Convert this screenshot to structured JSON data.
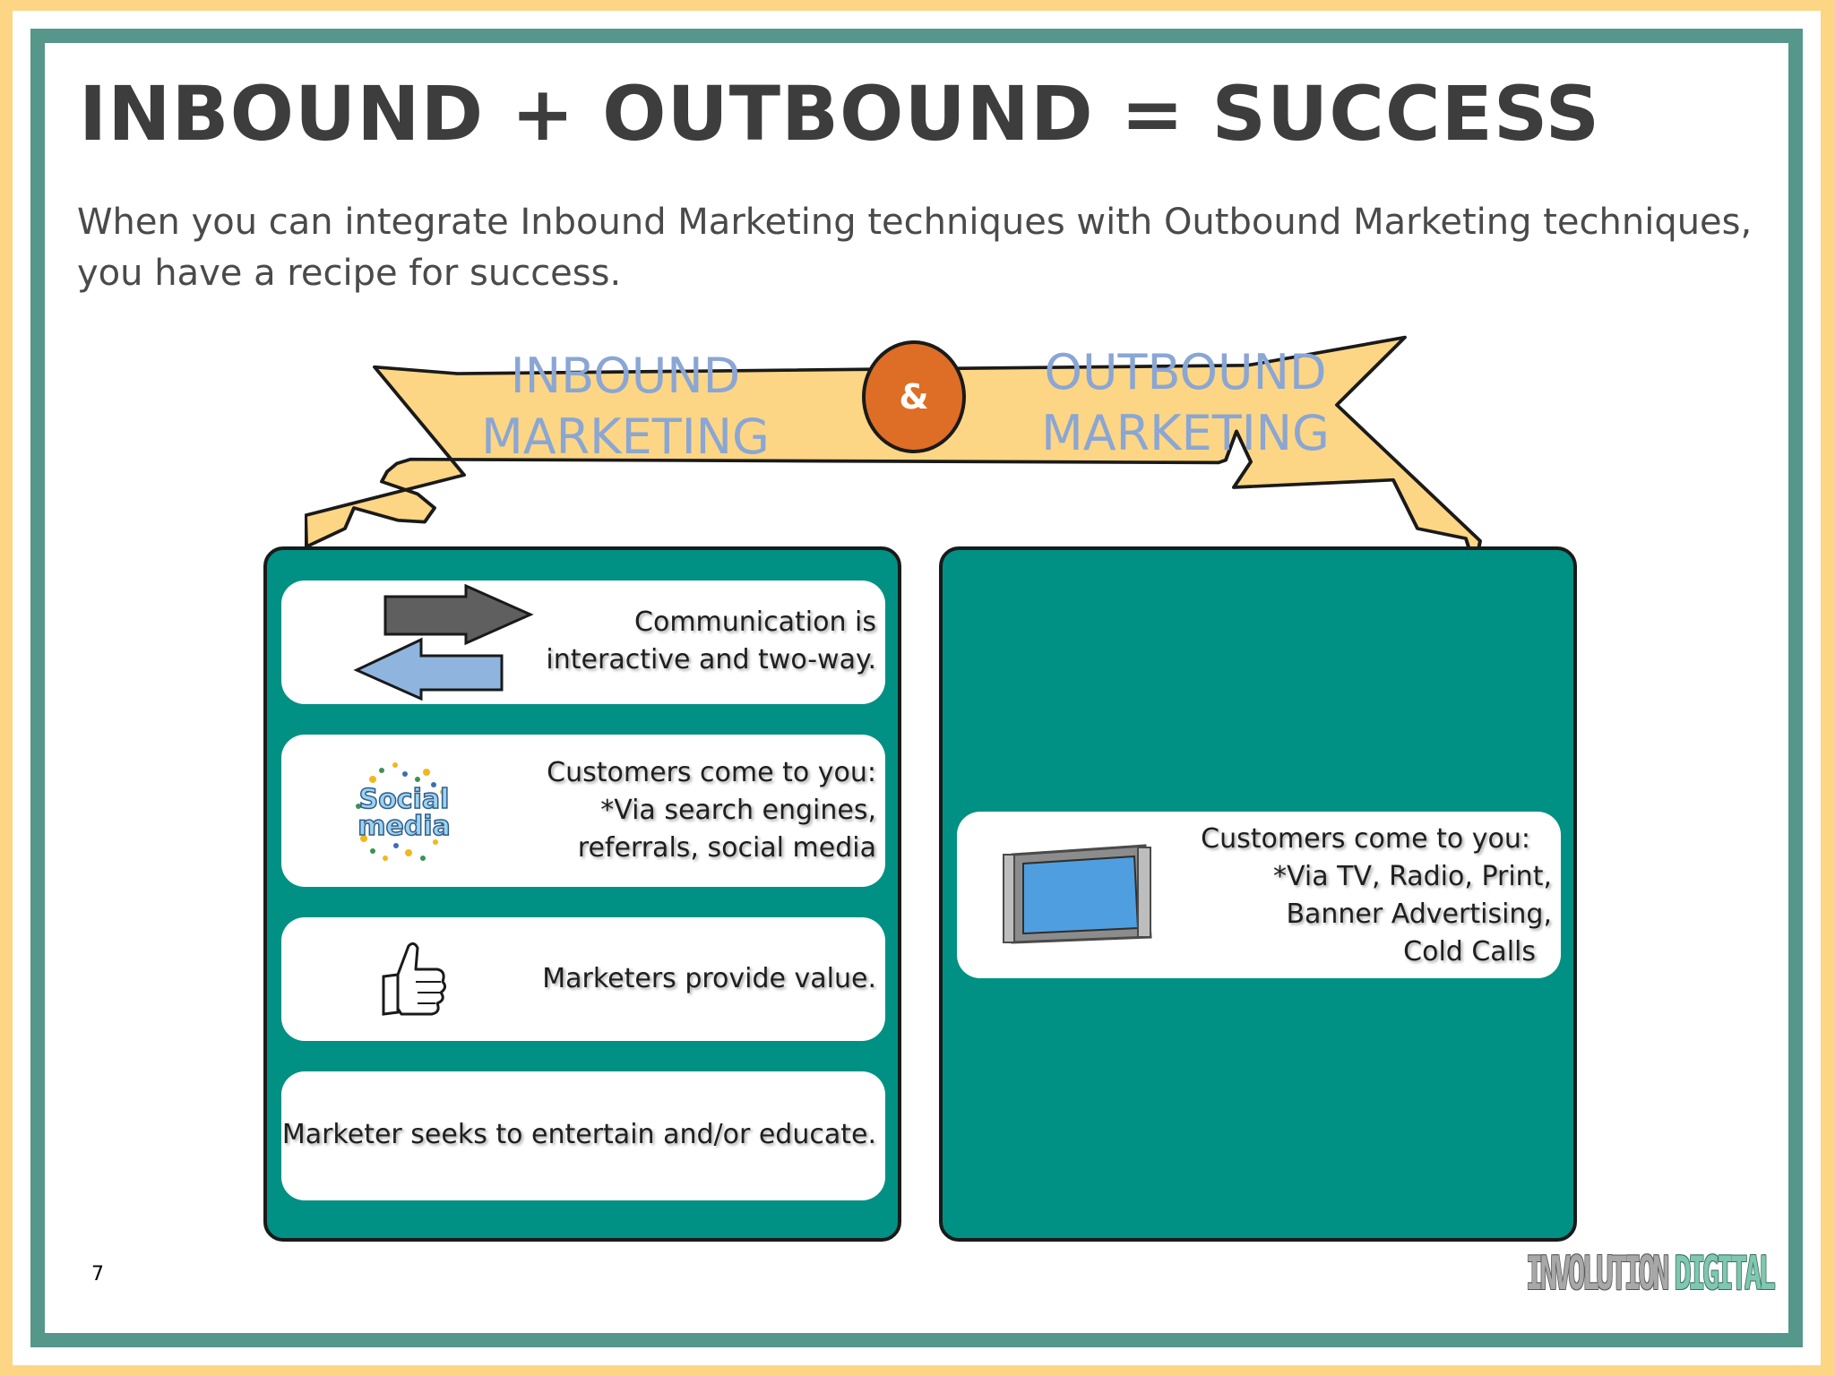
{
  "slide": {
    "title": "INBOUND + OUTBOUND = SUCCESS",
    "subtitle_line1": "When you can integrate Inbound Marketing techniques with Outbound Marketing techniques,",
    "subtitle_line2": "you have a recipe for success.",
    "page_number": "7"
  },
  "banner": {
    "left_line1": "INBOUND",
    "left_line2": "MARKETING",
    "ampersand": "&",
    "right_line1": "OUTBOUND",
    "right_line2": "MARKETING"
  },
  "inbound_cards": [
    {
      "icon": "two-way-arrows-icon",
      "line1": "Communication is",
      "line2": "interactive and two-way."
    },
    {
      "icon": "social-media-icon",
      "icon_text1": "Social",
      "icon_text2": "media",
      "line1": "Customers come to you:",
      "line2": "*Via search engines,",
      "line3": "referrals, social media"
    },
    {
      "icon": "thumbs-up-icon",
      "line1": "Marketers provide value."
    },
    {
      "line1": "Marketer seeks to entertain and/or educate."
    }
  ],
  "outbound_cards": [
    {
      "icon": "tv-icon",
      "line1": "Customers come to you:",
      "line2": "*Via TV, Radio, Print,",
      "line3": "Banner Advertising,",
      "line4": "Cold Calls"
    }
  ],
  "logo": {
    "word1": "INVOLUTION",
    "word2": "DIGITAL"
  },
  "colors": {
    "frame_yellow": "#fcd684",
    "frame_teal": "#55978a",
    "panel_teal": "#019184",
    "banner_fill": "#fcd684",
    "banner_text": "#8aa6d4",
    "ampersand_circle": "#de6e25",
    "title_text": "#3d3d3d"
  }
}
